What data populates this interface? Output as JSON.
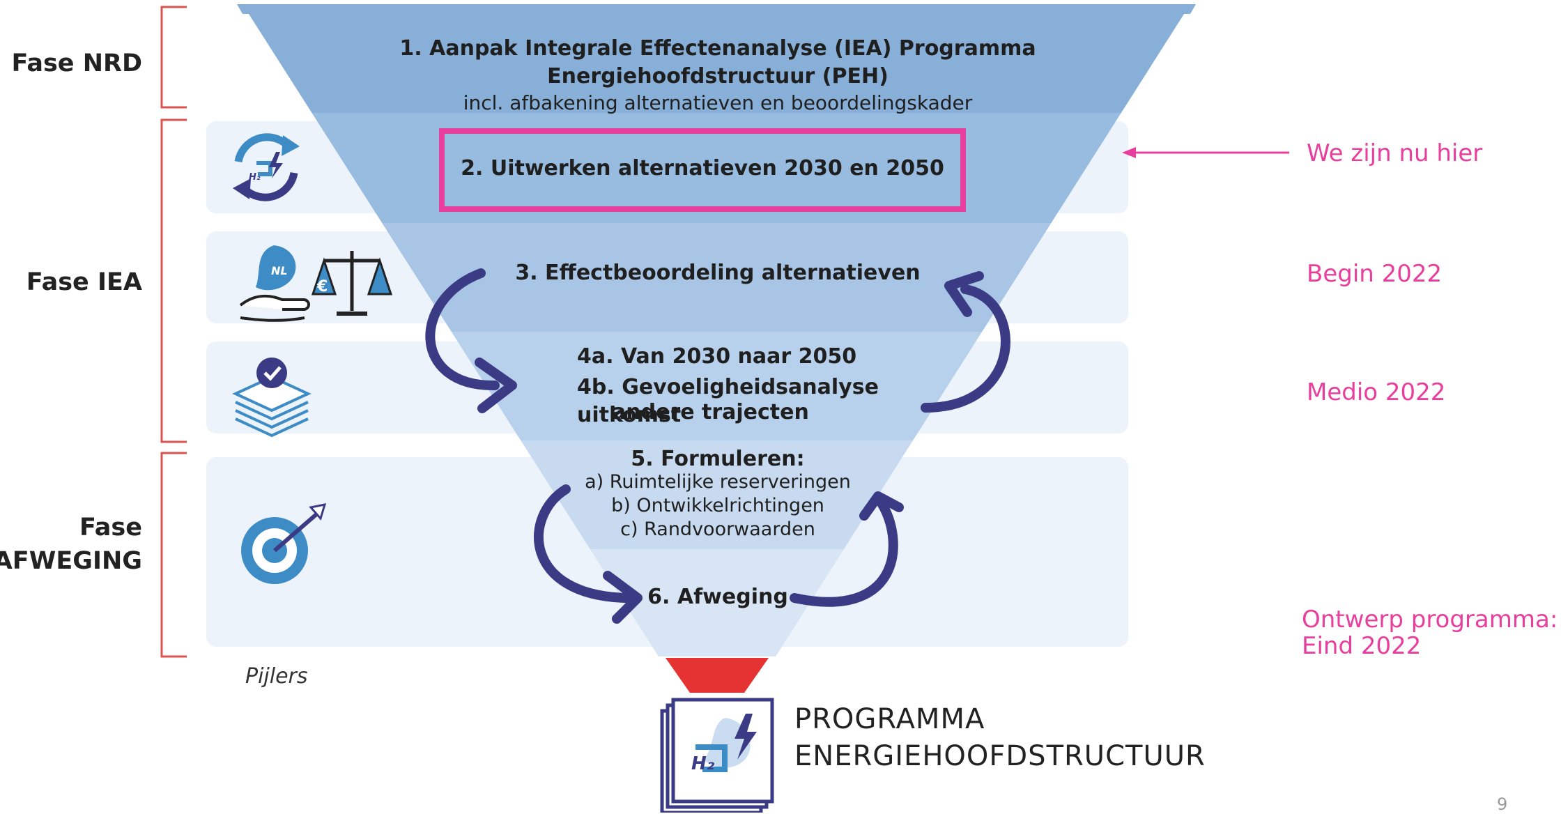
{
  "phases": [
    {
      "label": "Fase NRD"
    },
    {
      "label": "Fase IEA"
    },
    {
      "label": "Fase\nAFWEGING"
    }
  ],
  "steps": {
    "step1_title": "1. Aanpak Integrale Effectenanalyse (IEA) Programma Energiehoofdstructuur (PEH)",
    "step1_sub": "incl. afbakening alternatieven en beoordelingskader",
    "step2": "2. Uitwerken alternatieven 2030 en 2050",
    "step3": "3. Effectbeoordeling alternatieven",
    "step4a": "4a. Van 2030 naar 2050",
    "step4b_line1": "4b. Gevoeligheidsanalyse uitkomst",
    "step4b_line2": "andere trajecten",
    "step5_title": "5. Formuleren:",
    "step5_a": "a) Ruimtelijke reserveringen",
    "step5_b": "b) Ontwikkelrichtingen",
    "step5_c": "c) Randvoorwaarden",
    "step6": "6. Afweging"
  },
  "status": {
    "current": "We zijn nu hier",
    "begin": "Begin 2022",
    "medio": "Medio 2022",
    "ontwerp_line1": "Ontwerp programma:",
    "ontwerp_line2": "Eind 2022"
  },
  "pijlers_label": "Pijlers",
  "brand": {
    "line1": "PROGRAMMA",
    "line2": "ENERGIEHOOFDSTRUCTUUR",
    "logo_text": "H₂"
  },
  "icons": {
    "row1": "h2-cycle-icon",
    "row2_a": "hand-nl-map-icon",
    "row2_b": "balance-scale-icon",
    "row3": "document-stack-check-icon",
    "row4": "target-arrow-icon"
  },
  "badge": {
    "nl": "NL",
    "euro": "€"
  },
  "page_number": "9",
  "colors": {
    "bracket": "#d9534f",
    "highlight": "#e83e9d",
    "arrow": "#3b3a84",
    "icon_blue": "#3e8cc6",
    "funnel_top": "#88afd8",
    "funnel_neck": "#e53333",
    "row_bg": "#ecf3fb"
  }
}
